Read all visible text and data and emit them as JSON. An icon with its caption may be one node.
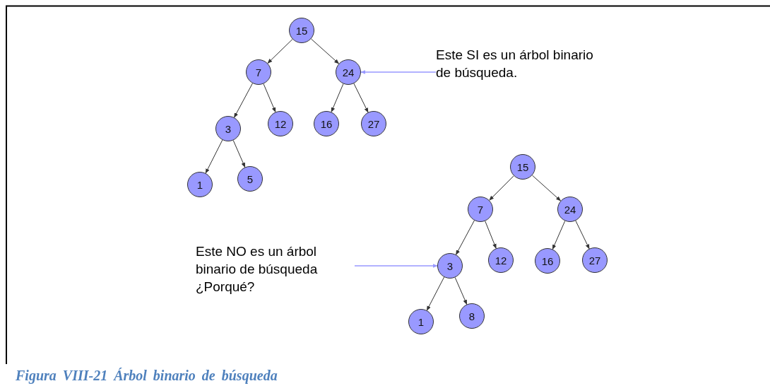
{
  "diagram": {
    "caption": "Figura VIII-21 Árbol binario de búsqueda",
    "nodes": [
      {
        "text": [
          "15"
        ]
      },
      {
        "text": [
          "7"
        ]
      },
      {
        "text": [
          "24"
        ]
      },
      {
        "text": [
          "3"
        ]
      },
      {
        "text": [
          "12"
        ]
      },
      {
        "text": [
          "16"
        ]
      },
      {
        "text": [
          "27"
        ]
      },
      {
        "text": [
          "1"
        ]
      },
      {
        "text": [
          "5"
        ]
      },
      {
        "text": [
          "Este SI es un árbol binario de búsqueda."
        ]
      },
      {
        "text": [
          "15"
        ]
      },
      {
        "text": [
          "7"
        ]
      },
      {
        "text": [
          "24"
        ]
      },
      {
        "text": [
          "3"
        ]
      },
      {
        "text": [
          "12"
        ]
      },
      {
        "text": [
          "16"
        ]
      },
      {
        "text": [
          "27"
        ]
      },
      {
        "text": [
          "1"
        ]
      },
      {
        "text": [
          "8"
        ]
      },
      {
        "text": [
          "Este NO es un árbol binario de búsqueda ¿Porqué?"
        ]
      }
    ],
    "edges": [
      {
        "from": 0,
        "to": 1,
        "arrow": "to"
      },
      {
        "from": 0,
        "to": 2,
        "arrow": "to"
      },
      {
        "from": 1,
        "to": 3,
        "arrow": "to"
      },
      {
        "from": 1,
        "to": 4,
        "arrow": "to"
      },
      {
        "from": 2,
        "to": 5,
        "arrow": "to"
      },
      {
        "from": 2,
        "to": 6,
        "arrow": "to"
      },
      {
        "from": 3,
        "to": 7,
        "arrow": "to"
      },
      {
        "from": 3,
        "to": 8,
        "arrow": "to"
      },
      {
        "from": 9,
        "to": 2,
        "arrow": "to",
        "color": "#9999ff"
      },
      {
        "from": 10,
        "to": 11,
        "arrow": "to"
      },
      {
        "from": 10,
        "to": 12,
        "arrow": "to"
      },
      {
        "from": 11,
        "to": 13,
        "arrow": "to"
      },
      {
        "from": 11,
        "to": 14,
        "arrow": "to"
      },
      {
        "from": 12,
        "to": 15,
        "arrow": "to"
      },
      {
        "from": 12,
        "to": 16,
        "arrow": "to"
      },
      {
        "from": 13,
        "to": 17,
        "arrow": "to"
      },
      {
        "from": 13,
        "to": 18,
        "arrow": "to"
      },
      {
        "from": 19,
        "to": 13,
        "arrow": "to",
        "color": "#9999ff"
      }
    ]
  }
}
